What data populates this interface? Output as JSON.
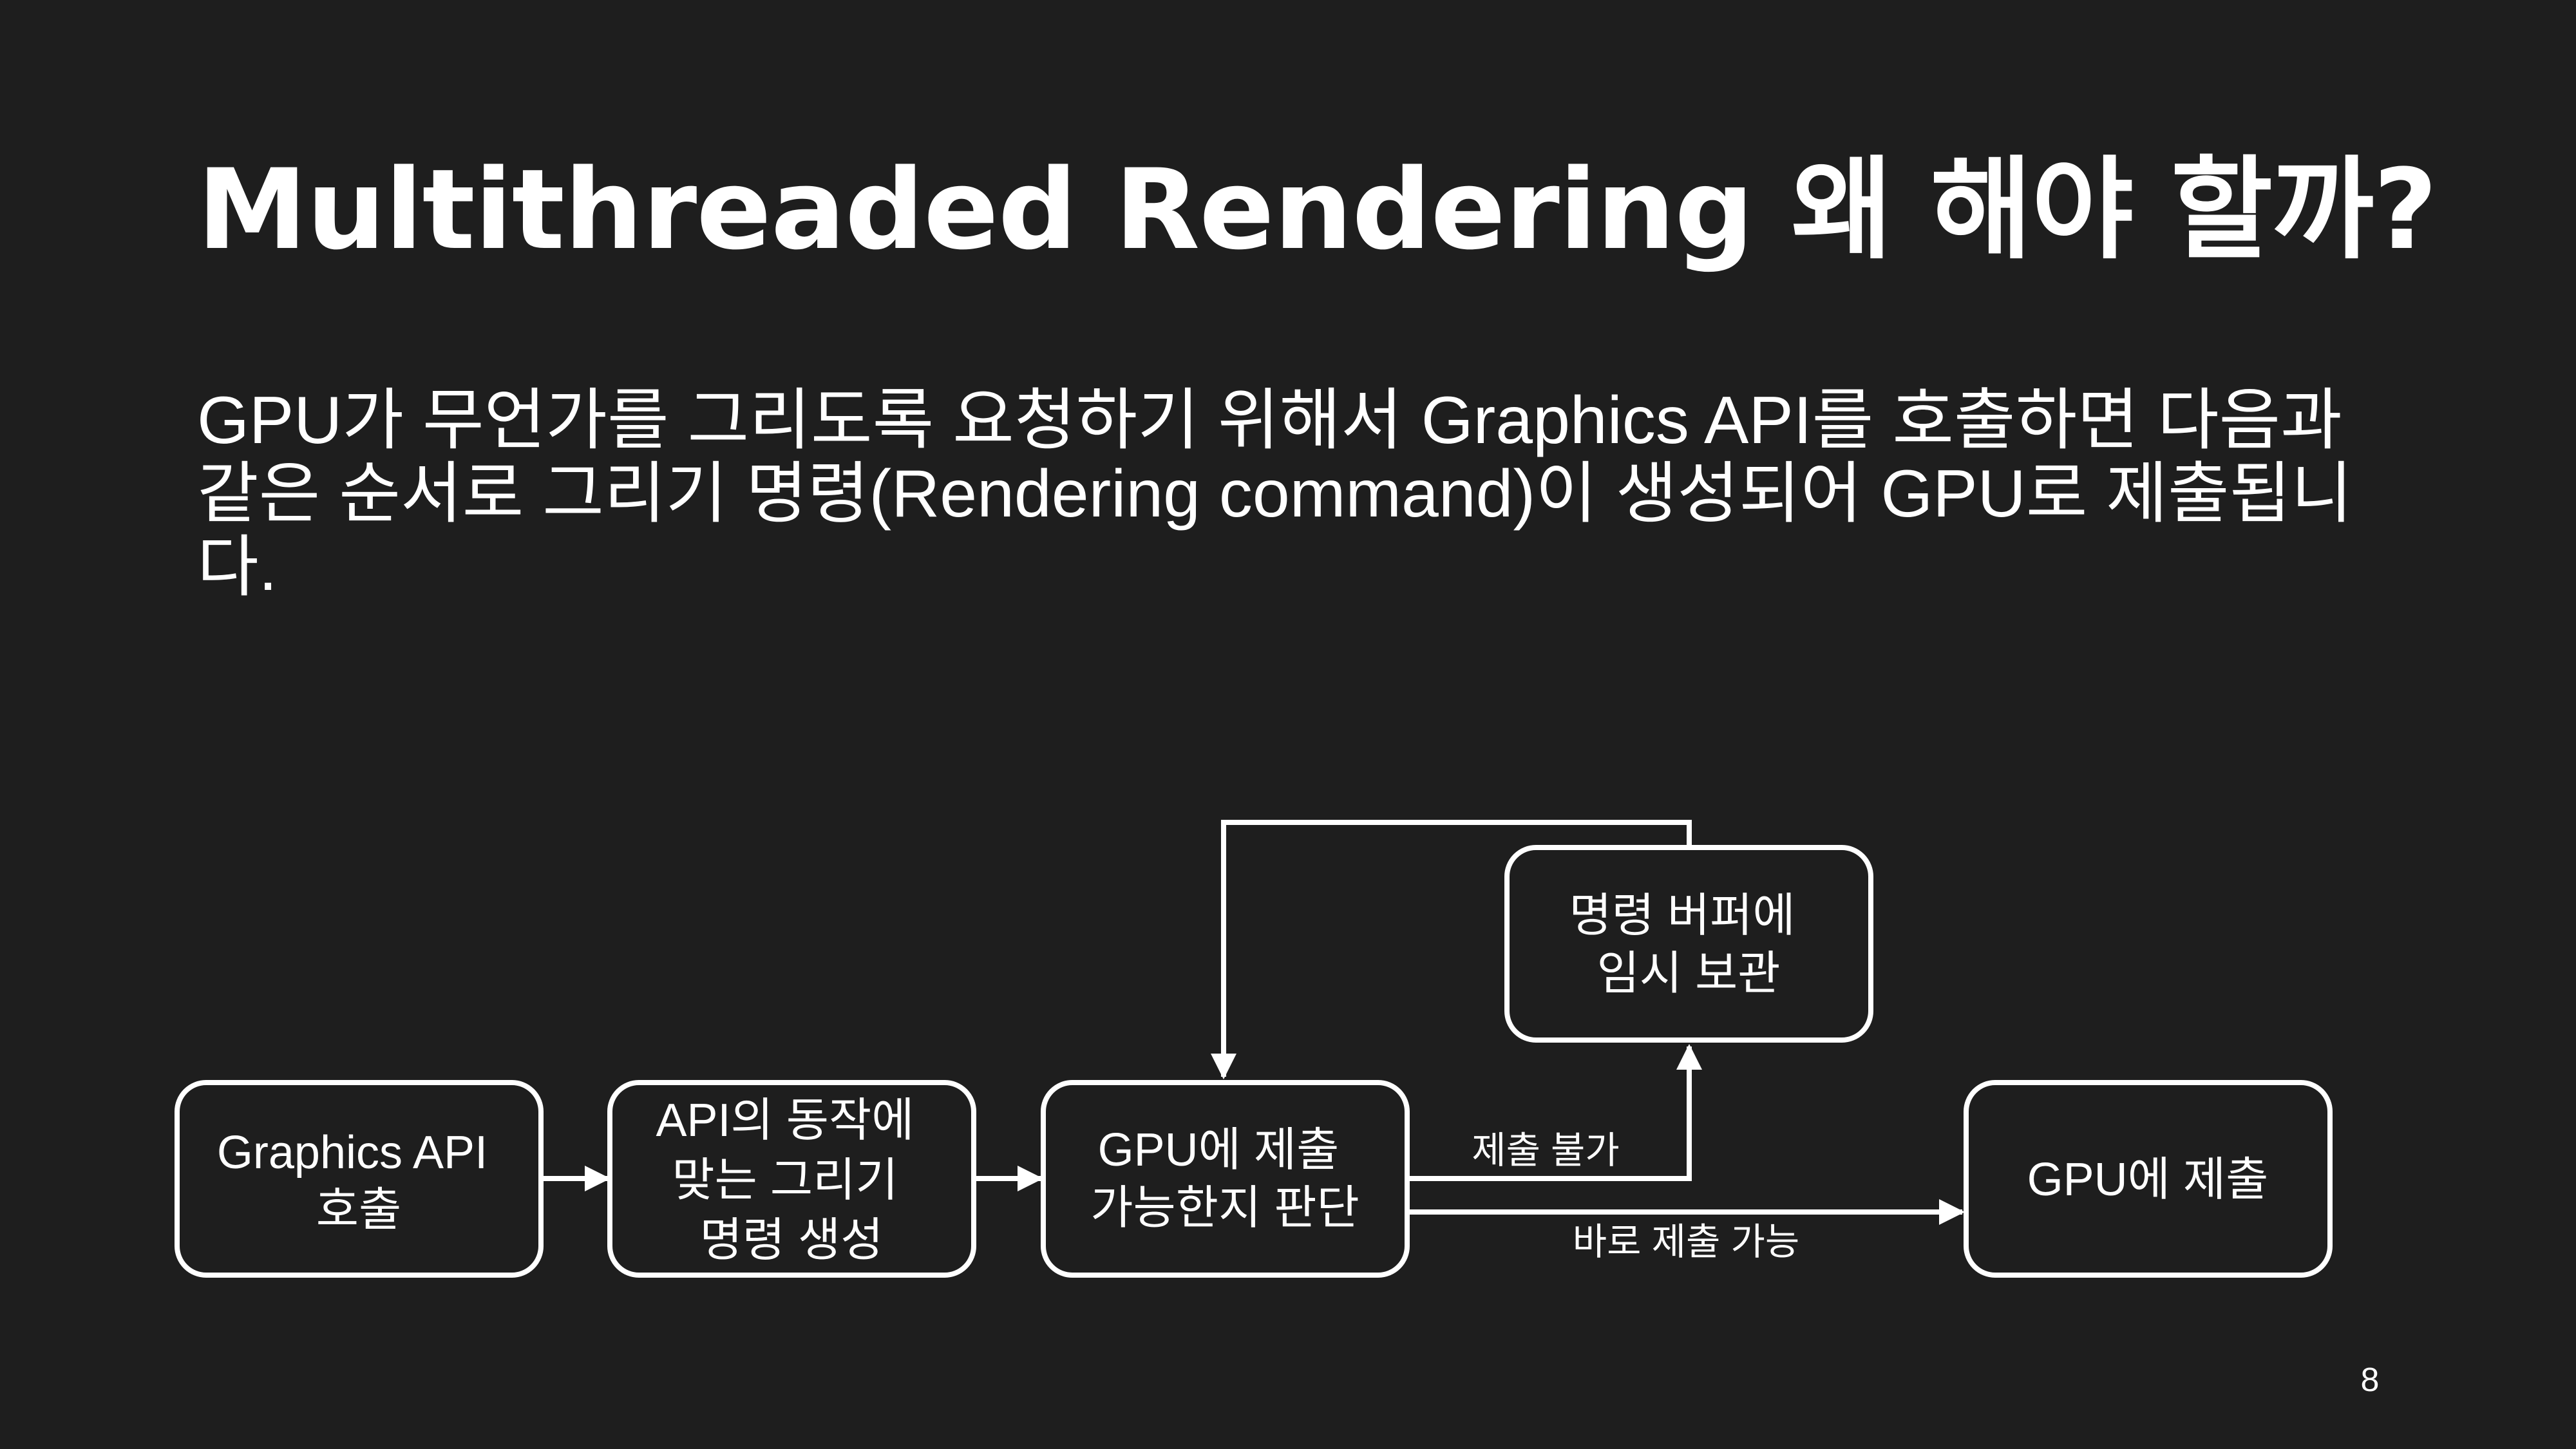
{
  "slide": {
    "title": "Multithreaded Rendering 왜 해야 할까?",
    "body_lines": [
      "GPU가 무언가를 그리도록 요청하기 위해서 Graphics API를 호출하면 다음과",
      "같은 순서로 그리기 명령(Rendering command)이 생성되어 GPU로 제출됩니",
      "다."
    ],
    "page_number": "8"
  },
  "diagram": {
    "colors": {
      "background": "#1e1e1e",
      "stroke": "#ffffff",
      "text": "#ffffff"
    },
    "nodes": {
      "call_api": [
        "Graphics API",
        "호출"
      ],
      "generate_command": [
        "API의 동작에",
        "맞는 그리기",
        "명령 생성"
      ],
      "check_submit": [
        "GPU에 제출",
        "가능한지 판단"
      ],
      "command_buffer": [
        "명령 버퍼에",
        "임시 보관"
      ],
      "submit_gpu": [
        "GPU에 제출"
      ]
    },
    "edges": {
      "cannot_submit": "제출 불가",
      "submit_now": "바로 제출 가능"
    }
  }
}
